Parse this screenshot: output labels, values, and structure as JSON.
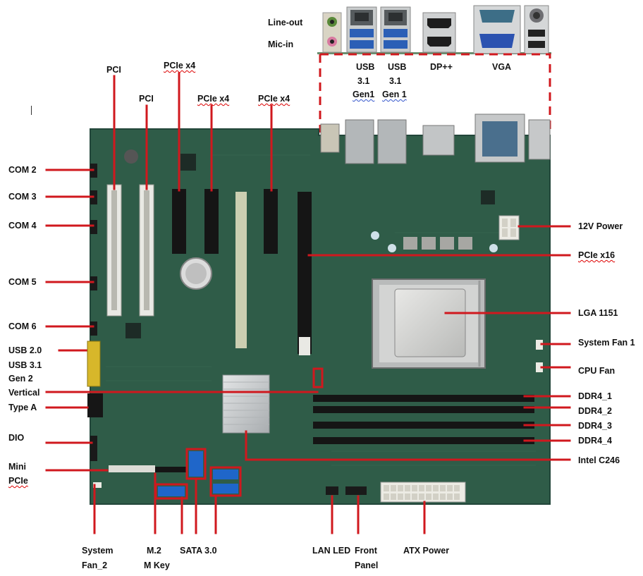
{
  "colors": {
    "board": "#2f5c48",
    "board_dark": "#264c3b",
    "leader": "#d0181e",
    "slot_black": "#151515",
    "slot_white": "#e9e9e4",
    "heatsink": "#c9ccce",
    "sata_blue": "#1f66c9"
  },
  "labels": {
    "line_out": "Line-out",
    "mic_in": "Mic-in",
    "usb_a_1": "USB",
    "usb_a_2": "3.1",
    "usb_a_3": "Gen1",
    "usb_b_1": "USB",
    "usb_b_2": "3.1",
    "usb_b_3": "Gen 1",
    "dp": "DP++",
    "vga": "VGA",
    "pci_1": "PCI",
    "pci_2": "PCI",
    "pcie_x4_1": "PCIe x4",
    "pcie_x4_2": "PCIe x4",
    "pcie_x4_3": "PCIe x4",
    "com2": "COM 2",
    "com3": "COM 3",
    "com4": "COM 4",
    "com5": "COM 5",
    "com6": "COM 6",
    "usb20": "USB 2.0",
    "usb31_1": "USB 3.1",
    "usb31_2": "Gen 2",
    "usb31_3": "Vertical",
    "usb31_4": "Type A",
    "dio": "DIO",
    "minipcie_1": "Mini",
    "minipcie_2": "PCIe",
    "power12v": "12V Power",
    "pcie_x16": "PCIe x16",
    "lga": "LGA 1151",
    "sysfan1": "System Fan 1",
    "cpufan": "CPU Fan",
    "ddr1": "DDR4_1",
    "ddr2": "DDR4_2",
    "ddr3": "DDR4_3",
    "ddr4": "DDR4_4",
    "c246": "Intel C246",
    "sysfan2_1": "System",
    "sysfan2_2": "Fan_2",
    "m2_1": "M.2",
    "m2_2": "M Key",
    "sata": "SATA 3.0",
    "lanled": "LAN LED",
    "frontpanel_1": "Front",
    "frontpanel_2": "Panel",
    "atx": "ATX Power"
  }
}
